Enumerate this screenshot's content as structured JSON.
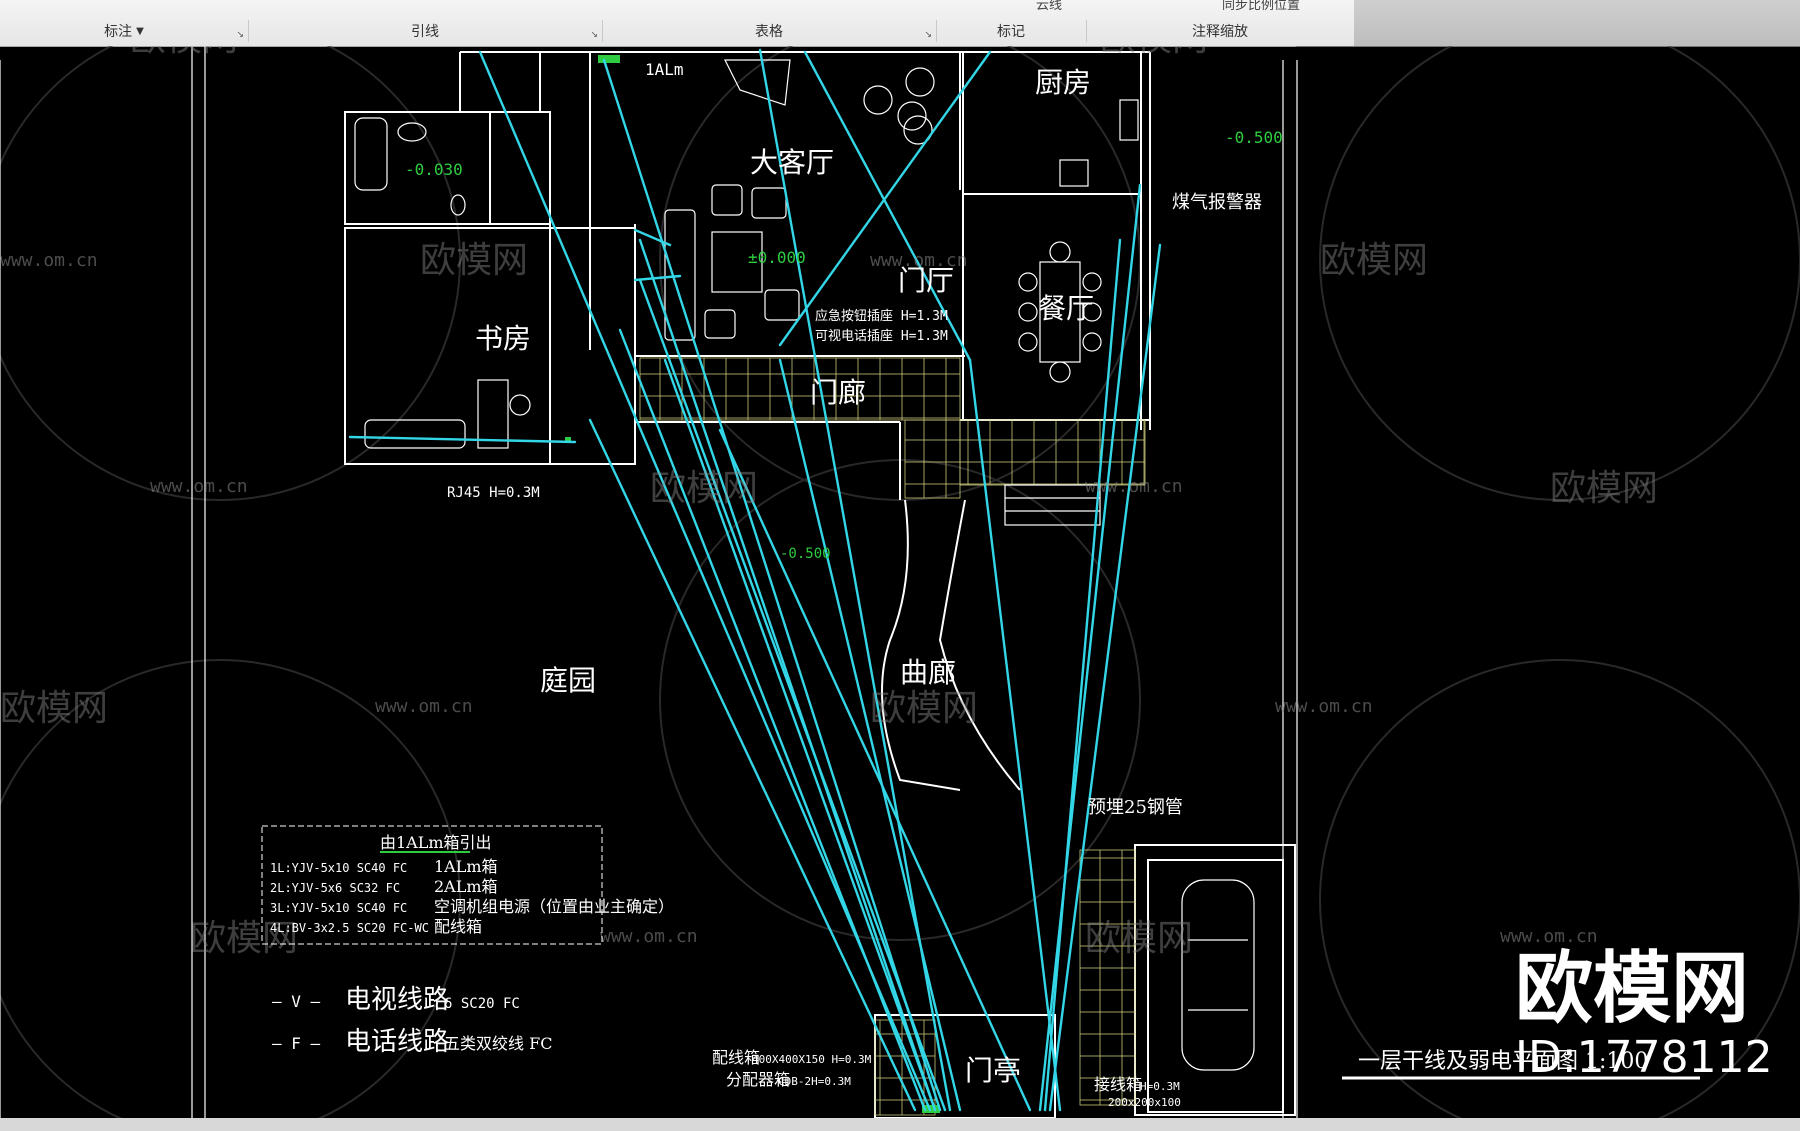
{
  "ribbon": {
    "panels": [
      {
        "label": "标注"
      },
      {
        "label": "引线"
      },
      {
        "label": "表格"
      },
      {
        "label": "标记"
      },
      {
        "label": "注释缩放"
      }
    ],
    "top_fragments": [
      "云线",
      "同步比例位置"
    ]
  },
  "rooms": {
    "kitchen": "厨房",
    "living": "大客厅",
    "foyer": "门厅",
    "dining": "餐厅",
    "study": "书房",
    "porch": "门廊",
    "garden": "庭园",
    "corridor": "曲廊",
    "gatehouse": "门亭"
  },
  "annotations": {
    "panel_tag": "1ALm",
    "level_bath": "-0.030",
    "level_kitchen": "-0.500",
    "level_living": "±0.000",
    "level_garden": "-0.500",
    "gas_alarm": "煤气报警器",
    "socket_1": "应急按钮插座 H=1.3M",
    "socket_2": "可视电话插座 H=1.3M",
    "rj45": "RJ45 H=0.3M",
    "steel_pipe": "预埋25钢管",
    "distribution_box": "配线箱",
    "distribution_box_spec": "400X400X150 H=0.3M",
    "splitter_box": "分配器箱",
    "splitter_box_spec": "CDB-2H=0.3M",
    "junction_box": "接线箱",
    "junction_box_h": "H=0.3M",
    "junction_box_size": "200x200x100"
  },
  "legend": {
    "title": "由1ALm箱引出",
    "rows": [
      {
        "code": "1L:YJV-5x10 SC40 FC",
        "desc": "1ALm箱"
      },
      {
        "code": "2L:YJV-5x6 SC32 FC",
        "desc": "2ALm箱"
      },
      {
        "code": "3L:YJV-5x10 SC40 FC",
        "desc": "空调机组电源（位置由业主确定）"
      },
      {
        "code": "4L:BV-3x2.5 SC20 FC-WC",
        "desc": "配线箱"
      }
    ],
    "tv_symbol": "— V —",
    "tv_label": "电视线路",
    "tv_spec": "6 SC20 FC",
    "phone_symbol": "— F —",
    "phone_label": "电话线路",
    "phone_spec": "五类双绞线 FC"
  },
  "drawing_title": "一层干线及弱电平面图 1:100",
  "watermark": {
    "brand": "欧模网",
    "url": "www.om.cn",
    "id": "ID:1778112"
  },
  "colors": {
    "background": "#000000",
    "wires": "#33d6e6",
    "walls": "#ffffff",
    "hatch": "#c8c87a",
    "accent_green": "#2ecc40"
  }
}
